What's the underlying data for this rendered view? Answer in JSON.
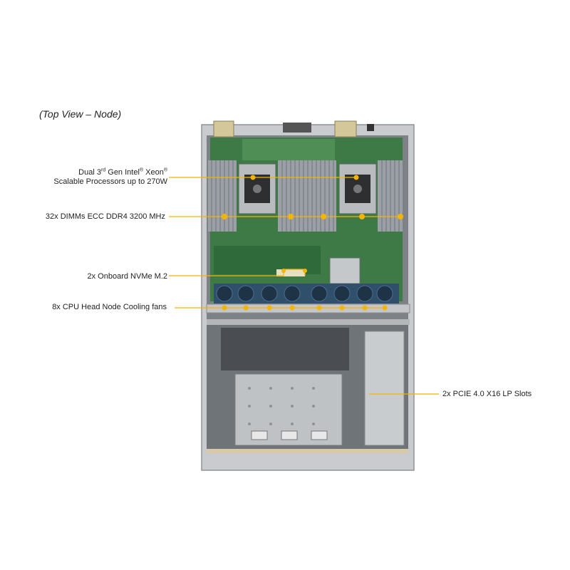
{
  "view_title": "(Top View – Node)",
  "callouts": {
    "cpu": {
      "line1_pre": "Dual 3",
      "line1_sup1": "rd",
      "line1_mid": " Gen Intel",
      "line1_sup2": "®",
      "line1_post": " Xeon",
      "line1_sup3": "®",
      "line2": "Scalable Processors up to 270W"
    },
    "dimm": "32x DIMMs ECC DDR4 3200 MHz",
    "nvme": "2x Onboard NVMe M.2",
    "fans": "8x CPU Head Node Cooling fans",
    "pcie": "2x PCIE 4.0 X16 LP Slots"
  },
  "colors": {
    "callout_line": "#f5b400",
    "board_green": "#3d7a46",
    "chassis_gray": "#bfc1c4",
    "dimm_gray": "#9aa0a6",
    "fan_blue": "#2f4f6b"
  }
}
